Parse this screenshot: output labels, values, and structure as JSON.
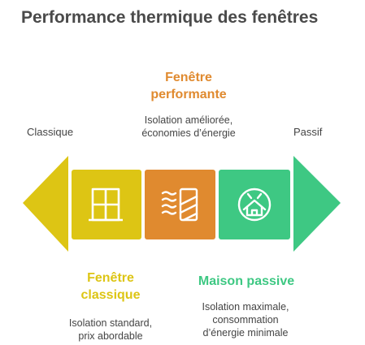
{
  "title": "Performance thermique des fenêtres",
  "ends": {
    "left": "Classique",
    "right": "Passif"
  },
  "stages": [
    {
      "heading_line1": "Fenêtre",
      "heading_line2": "classique",
      "desc_line1": "Isolation standard,",
      "desc_line2": "prix abordable",
      "color": "#ddc514",
      "icon": "window-icon"
    },
    {
      "heading_line1": "Fenêtre",
      "heading_line2": "performante",
      "desc_line1": "Isolation améliorée,",
      "desc_line2": "économies d’énergie",
      "color": "#e08a2f",
      "icon": "heat-insulation-icon"
    },
    {
      "heading": "Maison passive",
      "desc_line1": "Isolation maximale,",
      "desc_line2": "consommation",
      "desc_line3": "d’énergie minimale",
      "color": "#3ec883",
      "icon": "eco-house-icon"
    }
  ]
}
